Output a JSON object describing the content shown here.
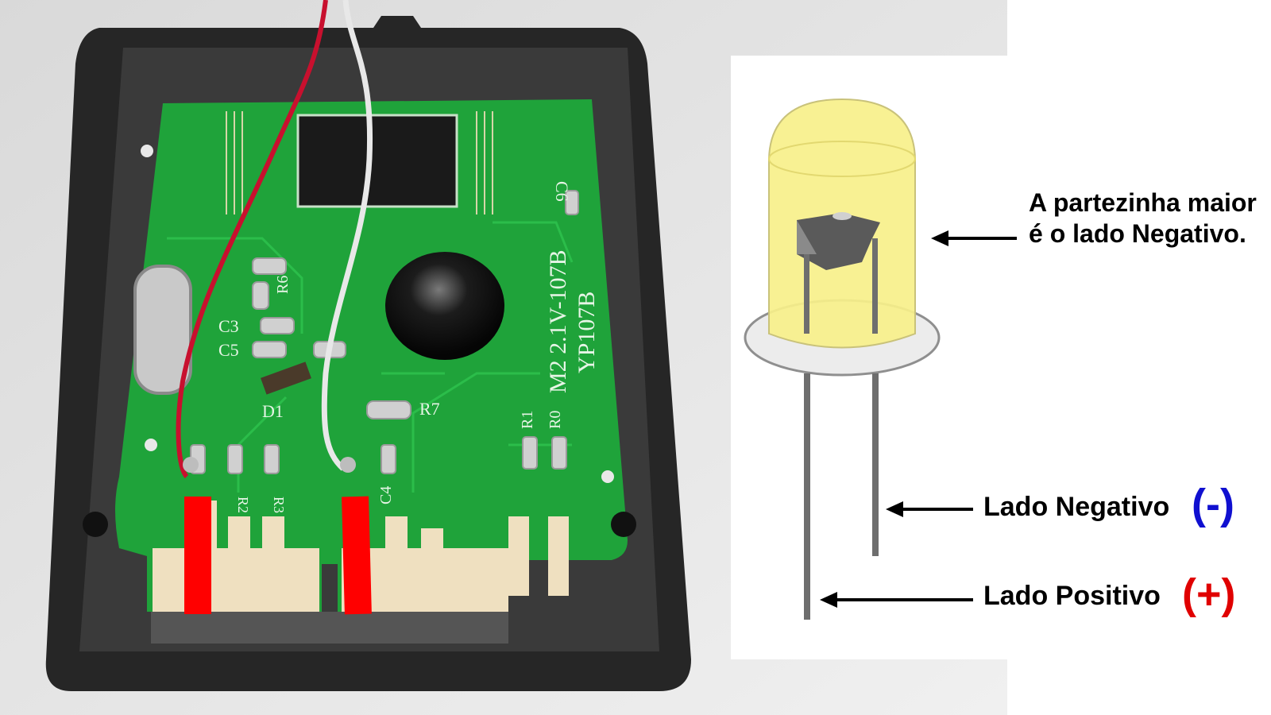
{
  "photo": {
    "caption_icon": "memory-card-pcb-photo",
    "markings": {
      "model": "M2  2.1V-107B",
      "model2": "YP107B",
      "c6": "C6",
      "r6": "R6",
      "c3": "C3",
      "c5": "C5",
      "d1": "D1",
      "r7": "R7",
      "r1": "R1",
      "r0": "R0",
      "c4": "C4",
      "r2": "R2",
      "r3": "R3"
    },
    "colors": {
      "pcb": "#1fa33a",
      "case": "#2a2a2a",
      "marker": "#ff0000",
      "wire_red": "#c8102e",
      "wire_white": "#e8e8e8"
    }
  },
  "diagram": {
    "icon": "led-diagram",
    "annotation_main": "A partezinha maior é o lado Negativo.",
    "annotation_negative": "Lado Negativo",
    "annotation_positive": "Lado Positivo",
    "sign_negative": "(-)",
    "sign_positive": "(+)",
    "colors": {
      "negative": "#1010d0",
      "positive": "#e00000",
      "led_body": "#f7f08a",
      "leg": "#6e6e6e"
    }
  }
}
